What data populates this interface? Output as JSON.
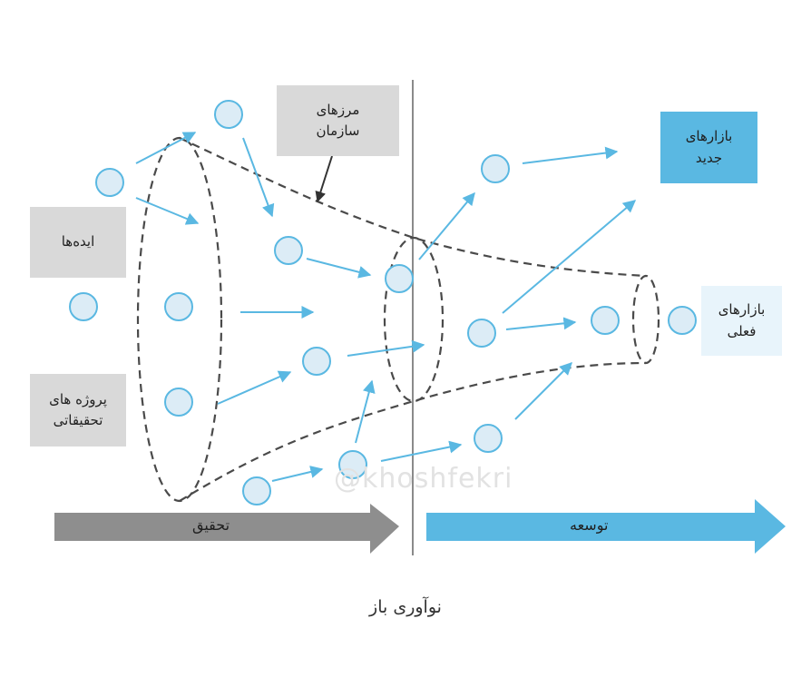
{
  "labels": {
    "ideas": "ایده‌ها",
    "research_projects": "پروژه های\nتحقیقاتی",
    "org_boundaries": "مرزهای\nسازمان",
    "new_markets": "بازارهای\nجدید",
    "current_markets": "بازارهای\nفعلی"
  },
  "arrows": {
    "research": "تحقیق",
    "development": "توسعه"
  },
  "caption": "نوآوری باز",
  "watermark": "@khoshfekri",
  "colors": {
    "dot_fill": "#dcecf6",
    "dot_stroke": "#5ab8e2",
    "flow_arrow": "#5ab8e2",
    "dashed": "#4a4a4a",
    "research_arrow": "#8e8e8e",
    "development_arrow": "#5ab8e2",
    "label_gray": "#d9d9d9",
    "label_blue": "#5ab8e2",
    "label_pale": "#e8f4fb"
  }
}
